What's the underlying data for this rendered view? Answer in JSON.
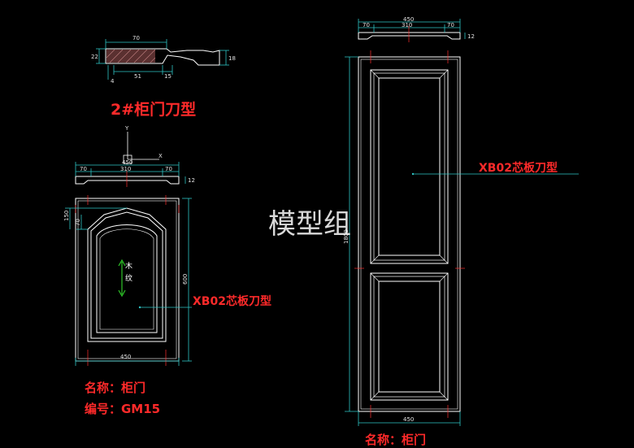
{
  "colors": {
    "background": "#000000",
    "outline": "#ffffff",
    "dimension": "#2ec4c4",
    "centerline": "#ff3030",
    "label": "#ff2a2a",
    "leader": "#2ec4c4"
  },
  "profile_drawing": {
    "title": "2#柜门刀型",
    "dims": {
      "top": "70",
      "left": "22",
      "bottom_a": "51",
      "bottom_b": "15",
      "right": "18",
      "corner": "4"
    }
  },
  "small_door": {
    "top_dims": {
      "overall": "450",
      "left": "70",
      "mid": "310",
      "right": "70",
      "thickness": "12"
    },
    "height_dim": "600",
    "arch_dims": {
      "a": "150",
      "b": "70"
    },
    "bottom_dim": "450",
    "grain_label_1": "木",
    "grain_label_2": "纹",
    "panel_label": "XB02芯板刀型",
    "axis_y": "Y",
    "axis_x": "X",
    "name_line": "名称：柜门",
    "code_line": "编号：GM15"
  },
  "tall_door": {
    "top_dims": {
      "overall": "450",
      "left": "70",
      "mid": "310",
      "right": "70",
      "thickness": "12"
    },
    "height_dim": "1800",
    "bottom_dim": "450",
    "panel_label": "XB02芯板刀型",
    "name_line": "名称：柜门"
  },
  "watermark": "模型组"
}
